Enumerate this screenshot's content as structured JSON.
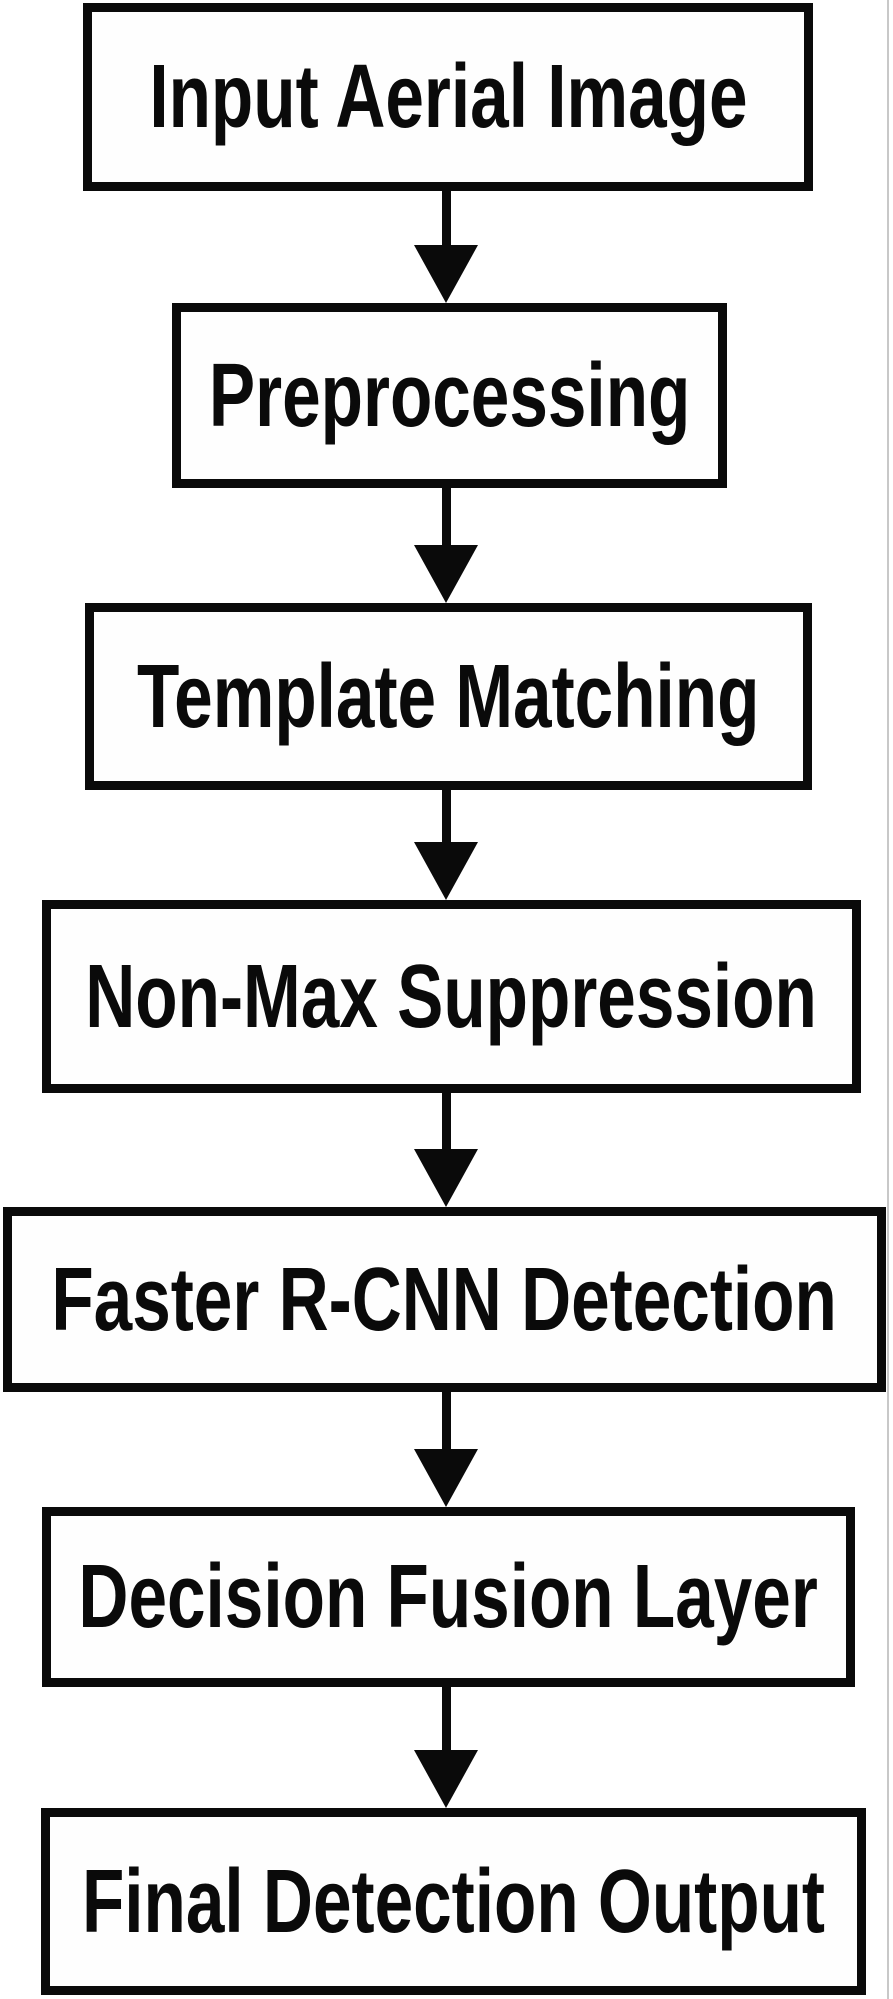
{
  "flowchart": {
    "nodes": [
      {
        "label": "Input Aerial Image"
      },
      {
        "label": "Preprocessing"
      },
      {
        "label": "Template Matching"
      },
      {
        "label": "Non-Max Suppression"
      },
      {
        "label": "Faster R-CNN Detection"
      },
      {
        "label": "Decision Fusion Layer"
      },
      {
        "label": "Final Detection Output"
      }
    ],
    "edges": [
      {
        "from": "Input Aerial Image",
        "to": "Preprocessing"
      },
      {
        "from": "Preprocessing",
        "to": "Template Matching"
      },
      {
        "from": "Template Matching",
        "to": "Non-Max Suppression"
      },
      {
        "from": "Non-Max Suppression",
        "to": "Faster R-CNN Detection"
      },
      {
        "from": "Faster R-CNN Detection",
        "to": "Decision Fusion Layer"
      },
      {
        "from": "Decision Fusion Layer",
        "to": "Final Detection Output"
      }
    ],
    "colors": {
      "background": "#ffffff",
      "box_border": "#0a0a0a",
      "box_fill": "#fefefe",
      "text": "#0a0a0a",
      "arrow": "#0a0a0a",
      "figure_edge_line": "#c8c8c8"
    }
  }
}
